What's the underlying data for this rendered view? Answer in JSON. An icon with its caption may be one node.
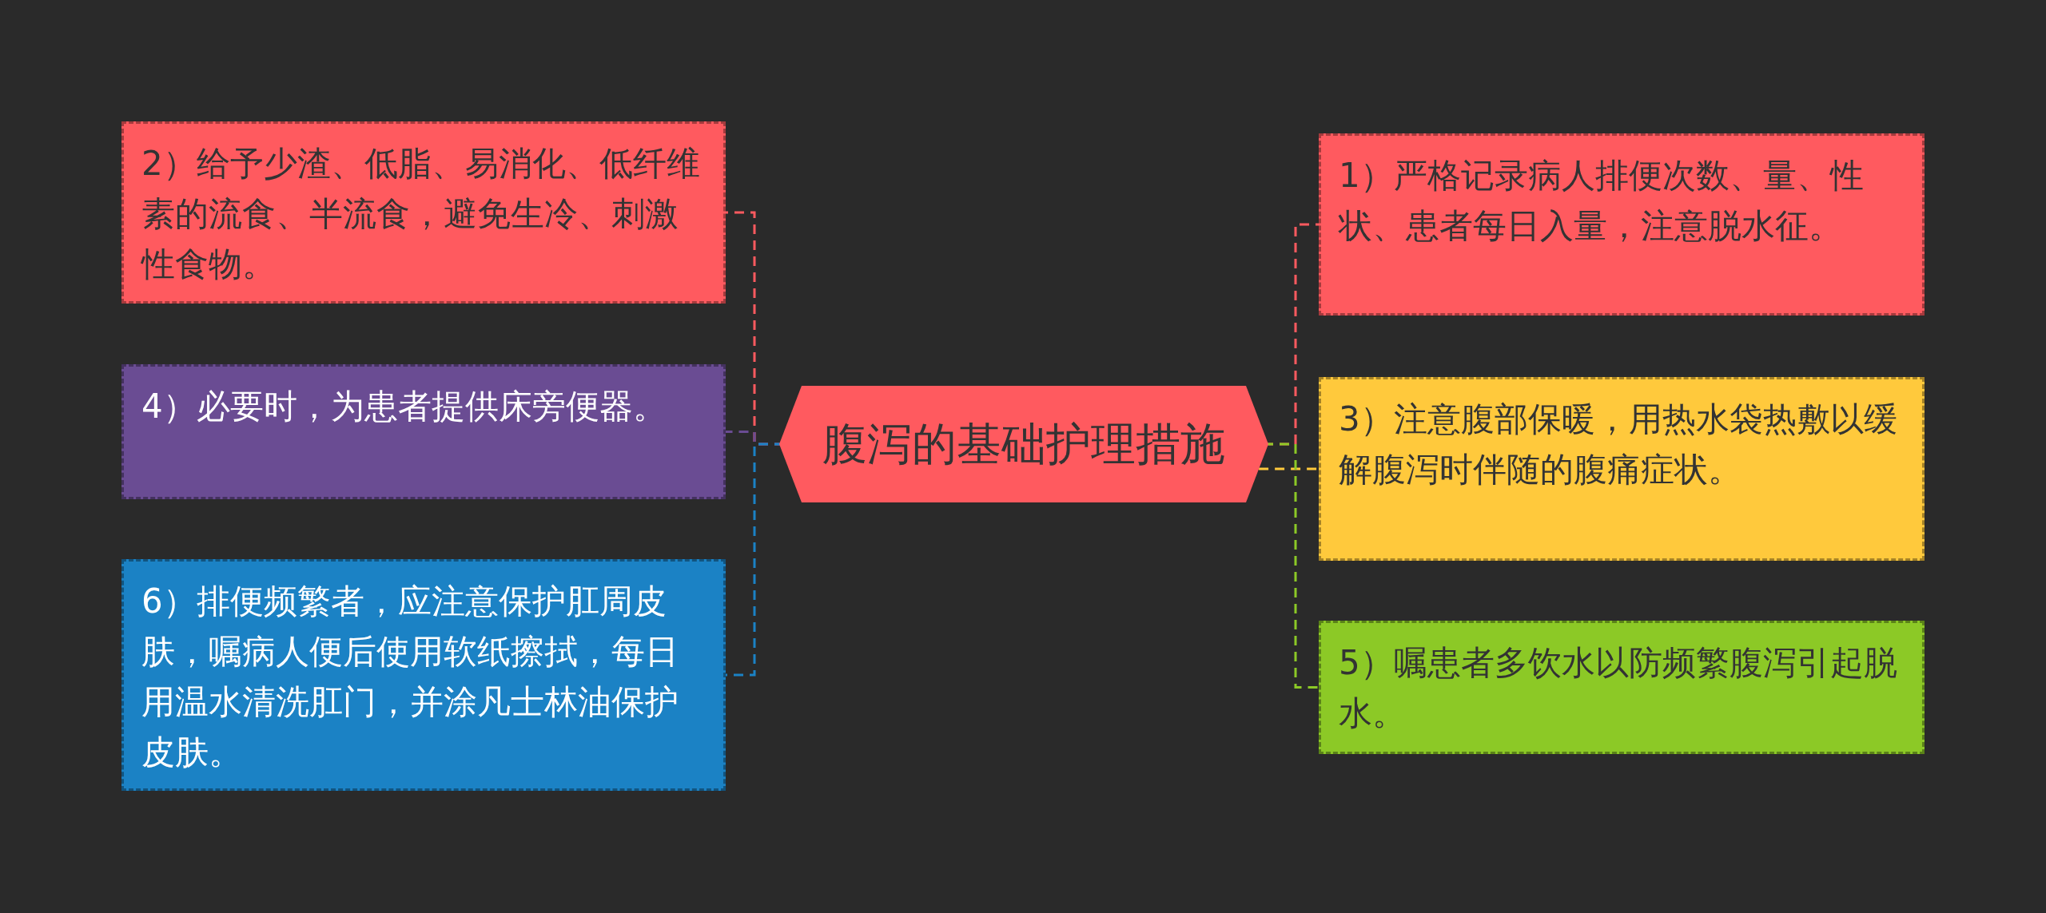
{
  "diagram": {
    "nodes": [
      {
        "text": [
          "腹泻的基础护理措施"
        ]
      },
      {
        "text": [
          "2）给予少渣、低脂、易消化、低纤维素的流食、半流食，避免生冷、刺激性食物。"
        ]
      },
      {
        "text": [
          "4）必要时，为患者提供床旁便器。"
        ]
      },
      {
        "text": [
          "6）排便频繁者，应注意保护肛周皮肤，嘱病人便后使用软纸擦拭，每日用温水清洗肛门，并涂凡士林油保护皮肤。"
        ]
      },
      {
        "text": [
          "1）严格记录病人排便次数、量、性状、患者每日入量，注意脱水征。"
        ]
      },
      {
        "text": [
          "3）注意腹部保暖，用热水袋热敷以缓解腹泻时伴随的腹痛症状。"
        ]
      },
      {
        "text": [
          "5）嘱患者多饮水以防频繁腹泻引起脱水。"
        ]
      }
    ],
    "edges": [
      {
        "from": 0,
        "to": 1,
        "arrow": "none",
        "style": "dashed",
        "color": "#ff5a5f"
      },
      {
        "from": 0,
        "to": 2,
        "arrow": "none",
        "style": "dashed",
        "color": "#6a4c93"
      },
      {
        "from": 0,
        "to": 3,
        "arrow": "none",
        "style": "dashed",
        "color": "#1b82c5"
      },
      {
        "from": 0,
        "to": 4,
        "arrow": "none",
        "style": "dashed",
        "color": "#ff5a5f"
      },
      {
        "from": 0,
        "to": 5,
        "arrow": "none",
        "style": "dashed",
        "color": "#ffc93c"
      },
      {
        "from": 0,
        "to": 6,
        "arrow": "none",
        "style": "dashed",
        "color": "#8cc926"
      }
    ]
  }
}
